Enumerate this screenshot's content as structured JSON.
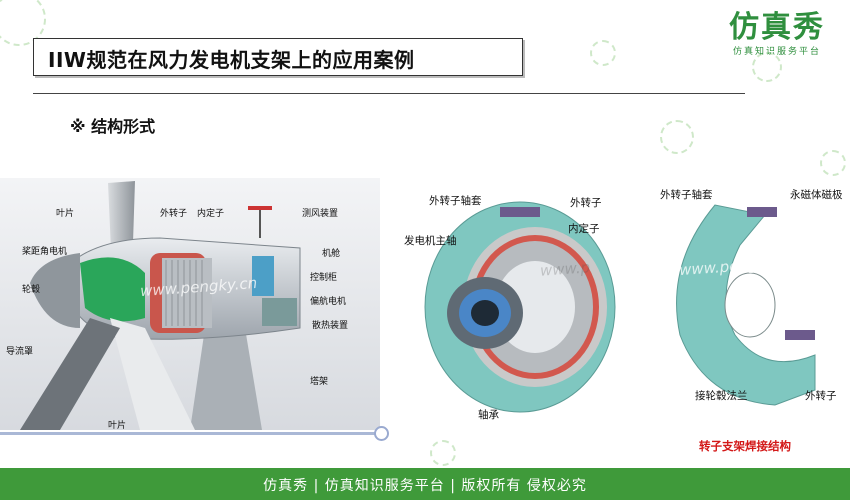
{
  "header": {
    "title": "IIW规范在风力发电机支架上的应用案例",
    "logo_main": "仿真秀",
    "logo_sub": "仿真知识服务平台"
  },
  "section_heading": "※  结构形式",
  "figure_left": {
    "labels": {
      "blade_top": "叶片",
      "pitch_motor": "桨距角电机",
      "hub": "轮毂",
      "fairing": "导流罩",
      "blade_bottom": "叶片",
      "outer_rotor": "外转子",
      "inner_stator": "内定子",
      "anemometer": "测风装置",
      "nacelle": "机舱",
      "control_cabinet": "控制柜",
      "yaw_motor": "偏航电机",
      "cooling": "散热装置",
      "tower": "塔架"
    },
    "watermark": "www.pengky.cn"
  },
  "figure_middle": {
    "labels": {
      "outer_rotor_sleeve": "外转子轴套",
      "outer_rotor": "外转子",
      "gen_main_shaft": "发电机主轴",
      "inner_stator": "内定子",
      "bearing": "轴承"
    },
    "watermark": "www.p"
  },
  "figure_right": {
    "labels": {
      "outer_rotor_sleeve": "外转子轴套",
      "pm_pole": "永磁体磁极",
      "hub_flange": "接轮毂法兰",
      "outer_rotor": "外转子"
    },
    "watermark": "www.pengky.cn",
    "caption": "转子支架焊接结构"
  },
  "footer": {
    "text": "仿真秀 | 仿真知识服务平台 | 版权所有 侵权必究"
  }
}
